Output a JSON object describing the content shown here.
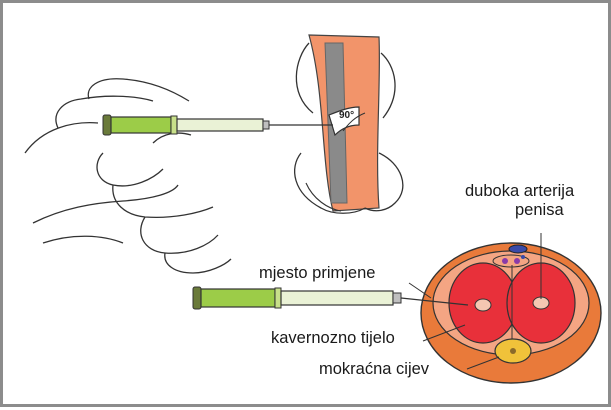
{
  "labels": {
    "angle": "90°",
    "artery_line1": "duboka arterija",
    "artery_line2": "penisa",
    "injection_site": "mjesto primjene",
    "corpus": "kavernozno tijelo",
    "urethra": "mokraćna cijev"
  },
  "colors": {
    "frame_border": "#8c8c8c",
    "skin": "#f2946a",
    "syringe_green": "#9ccc48",
    "cavernous_red": "#e8303a",
    "outer_orange": "#e97a3a",
    "urethra_yellow": "#f0c23a",
    "vein_blue": "#3a4aa8"
  },
  "icons": [
    "hand-illustration",
    "syringe-icon",
    "penis-shaft-illustration",
    "cross-section-illustration"
  ]
}
